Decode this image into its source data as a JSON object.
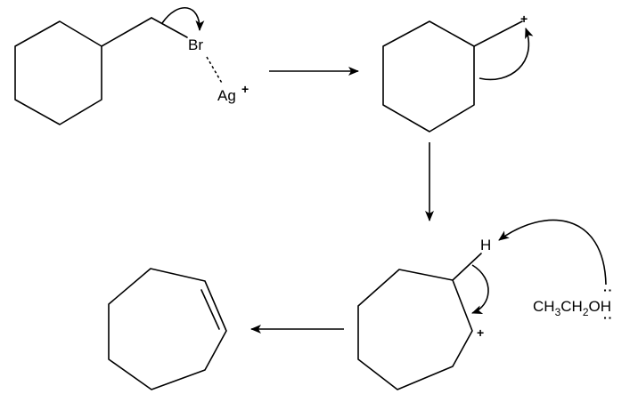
{
  "reagents": {
    "bromine": "Br",
    "silver": "Ag",
    "silver_charge": "+",
    "carbocation_charge_1": "+",
    "hydrogen": "H",
    "carbocation_charge_2": "+"
  },
  "solvent": {
    "part1": "CH",
    "sub1": "3",
    "part2": "CH",
    "sub2": "2",
    "part3": "OH",
    "lone_pairs": ":"
  }
}
